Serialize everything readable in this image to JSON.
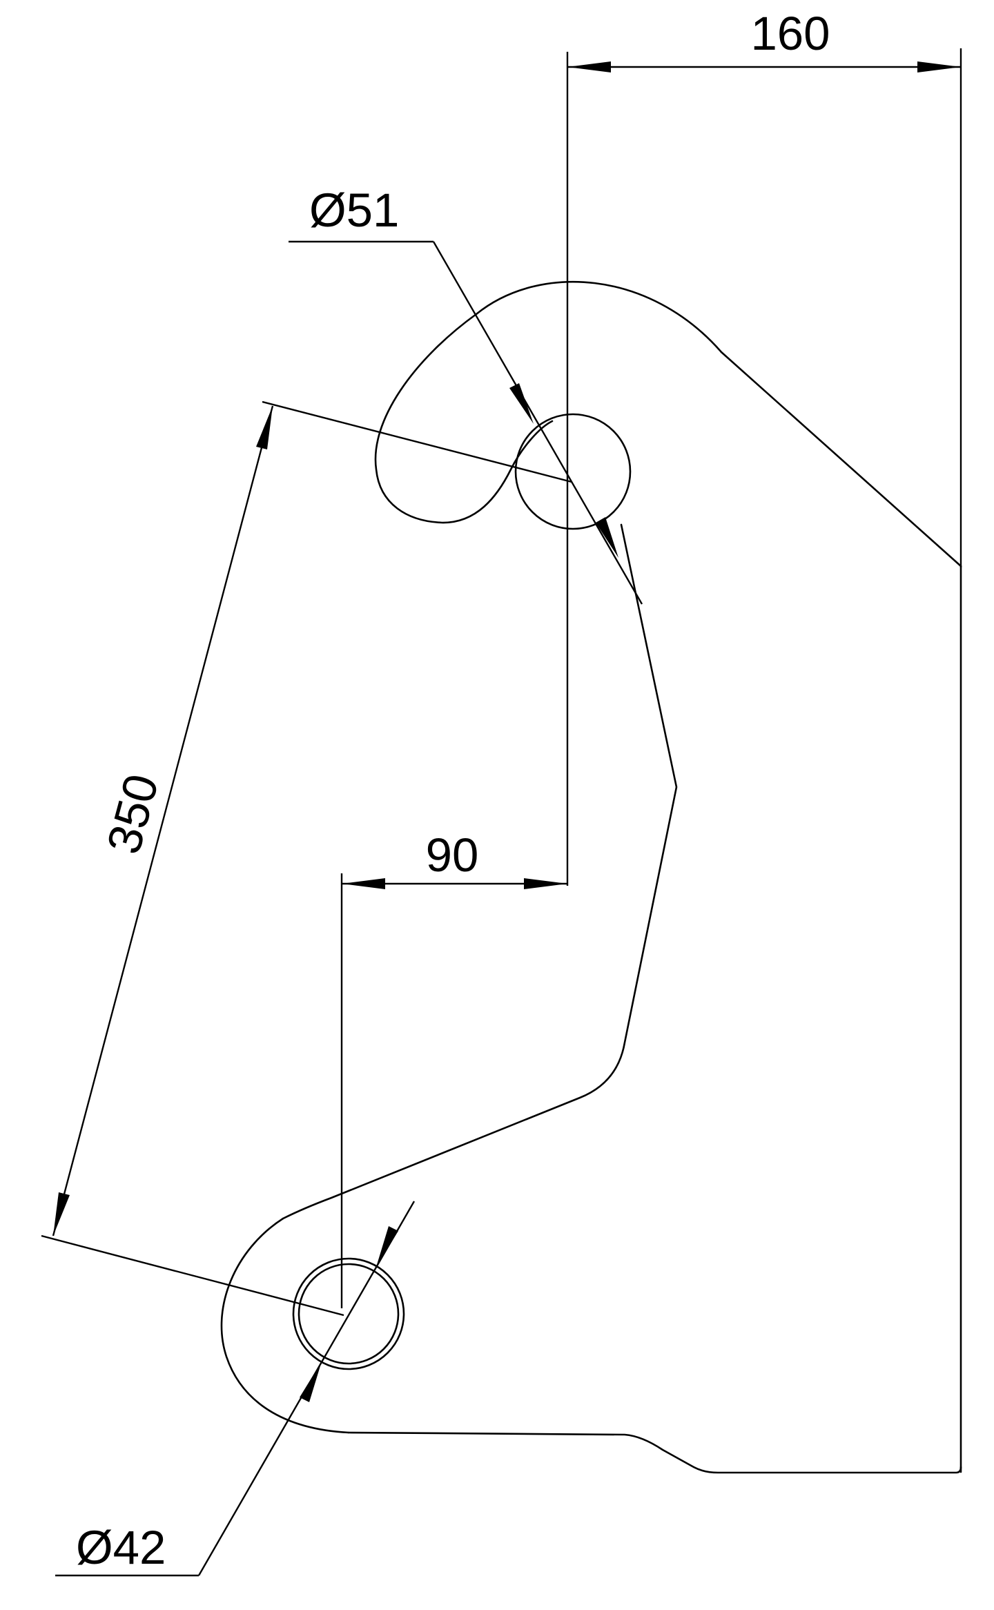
{
  "drawing": {
    "dimensions": {
      "width_top": "160",
      "offset_middle": "90",
      "center_distance": "350",
      "upper_hole_diameter": "Ø51",
      "lower_hole_diameter": "Ø42"
    },
    "colors": {
      "background": "#ffffff",
      "line": "#000000"
    }
  }
}
